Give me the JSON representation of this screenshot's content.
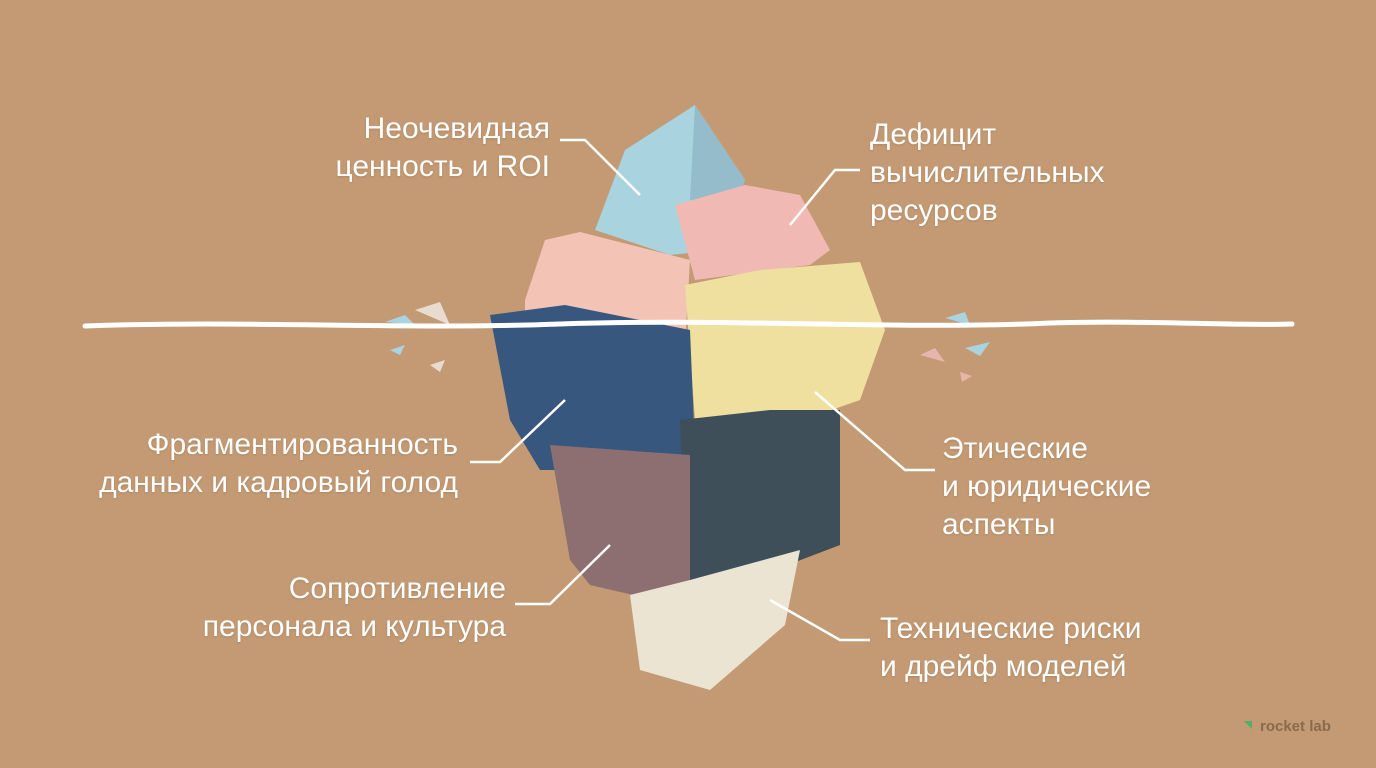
{
  "labels": {
    "roi": [
      "Неочевидная",
      "ценность и ROI"
    ],
    "compute": [
      "Дефицит",
      "вычислительных",
      "ресурсов"
    ],
    "data": [
      "Фрагментированность",
      "данных и кадровый голод"
    ],
    "ethics": [
      "Этические",
      "и юридические",
      "аспекты"
    ],
    "resistance": [
      "Сопротивление",
      "персонала и культура"
    ],
    "tech": [
      "Технические риски",
      "и дрейф моделей"
    ]
  },
  "logo": {
    "text": "rocket lab",
    "icon": "rocket-arrow-icon",
    "color": "#4caf6a"
  },
  "colors": {
    "background": "#c39a73",
    "light_blue": "#a9d3df",
    "pink": "#f1b9b3",
    "yellow": "#efe0a0",
    "dark_blue": "#37577f",
    "slate": "#3f4f59",
    "mauve": "#8d6f72",
    "cream": "#ece4d3"
  }
}
